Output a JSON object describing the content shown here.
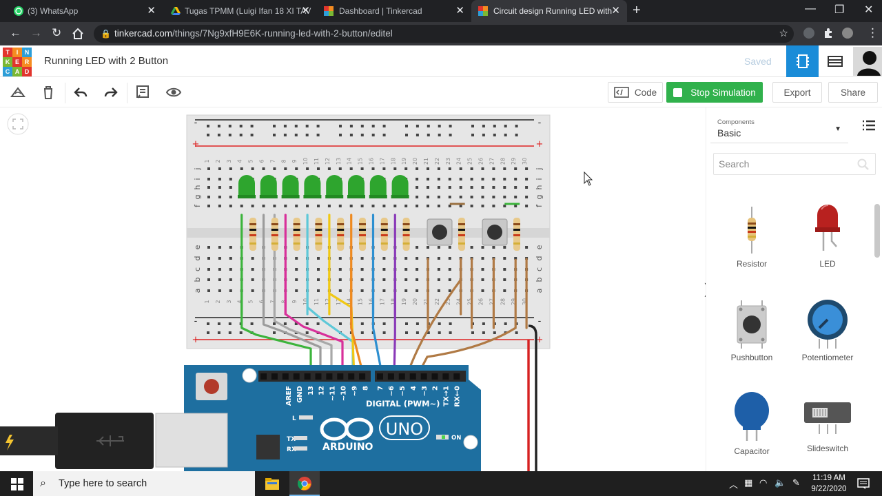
{
  "browser": {
    "tabs": [
      {
        "label": "(3) WhatsApp",
        "icon": "whatsapp-icon"
      },
      {
        "label": "Tugas TPMM (Luigi Ifan 18 XI TAV",
        "icon": "google-drive-icon"
      },
      {
        "label": "Dashboard | Tinkercad",
        "icon": "tinkercad-icon"
      },
      {
        "label": "Circuit design Running LED with",
        "icon": "tinkercad-icon"
      }
    ],
    "url_host": "tinkercad.com",
    "url_path": "/things/7Ng9xfH9E6K-running-led-with-2-button/editel"
  },
  "app": {
    "logo": [
      "T",
      "I",
      "N",
      "K",
      "E",
      "R",
      "C",
      "A",
      "D"
    ],
    "title": "Running LED with 2 Button",
    "saved_label": "Saved"
  },
  "toolbar": {
    "code_label": "Code",
    "stop_label": "Stop Simulation",
    "export_label": "Export",
    "share_label": "Share"
  },
  "panel": {
    "components_label": "Components",
    "components_value": "Basic",
    "search_placeholder": "Search",
    "items": [
      {
        "label": "Resistor"
      },
      {
        "label": "LED"
      },
      {
        "label": "Pushbutton"
      },
      {
        "label": "Potentiometer"
      },
      {
        "label": "Capacitor"
      },
      {
        "label": "Slideswitch"
      }
    ]
  },
  "board": {
    "col_numbers": [
      "1",
      "2",
      "3",
      "4",
      "5",
      "6",
      "7",
      "8",
      "9",
      "10",
      "11",
      "12",
      "13",
      "14",
      "15",
      "16",
      "17",
      "18",
      "19",
      "20",
      "21",
      "22",
      "23",
      "24",
      "25",
      "26",
      "27",
      "28",
      "29",
      "30"
    ],
    "rows_top": [
      "j",
      "i",
      "h",
      "g",
      "f"
    ],
    "rows_bottom": [
      "e",
      "d",
      "c",
      "b",
      "a"
    ],
    "rail_minus": "-",
    "rail_plus": "+",
    "pin_labels": [
      "AREF",
      "GND",
      "13",
      "12",
      "~11",
      "~10",
      "~9",
      "8",
      "7",
      "~6",
      "~5",
      "4",
      "~3",
      "2",
      "TX→1",
      "RX←0"
    ],
    "digital_label": "DIGITAL (PWM~)",
    "brand": "ARDUINO",
    "model": "UNO",
    "on_label": "ON",
    "l_label": "L",
    "tx_label": "TX",
    "rx_label": "RX",
    "led_color": "#2ea52e",
    "wire_colors": [
      "#3cb43c",
      "#9c9c9c",
      "#a8a8a8",
      "#d8309a",
      "#5ec8d8",
      "#f0c814",
      "#ee8a20",
      "#2d8fd0",
      "#8a3ab8"
    ]
  },
  "taskbar": {
    "search_placeholder": "Type here to search",
    "time": "11:19 AM",
    "date": "9/22/2020"
  }
}
